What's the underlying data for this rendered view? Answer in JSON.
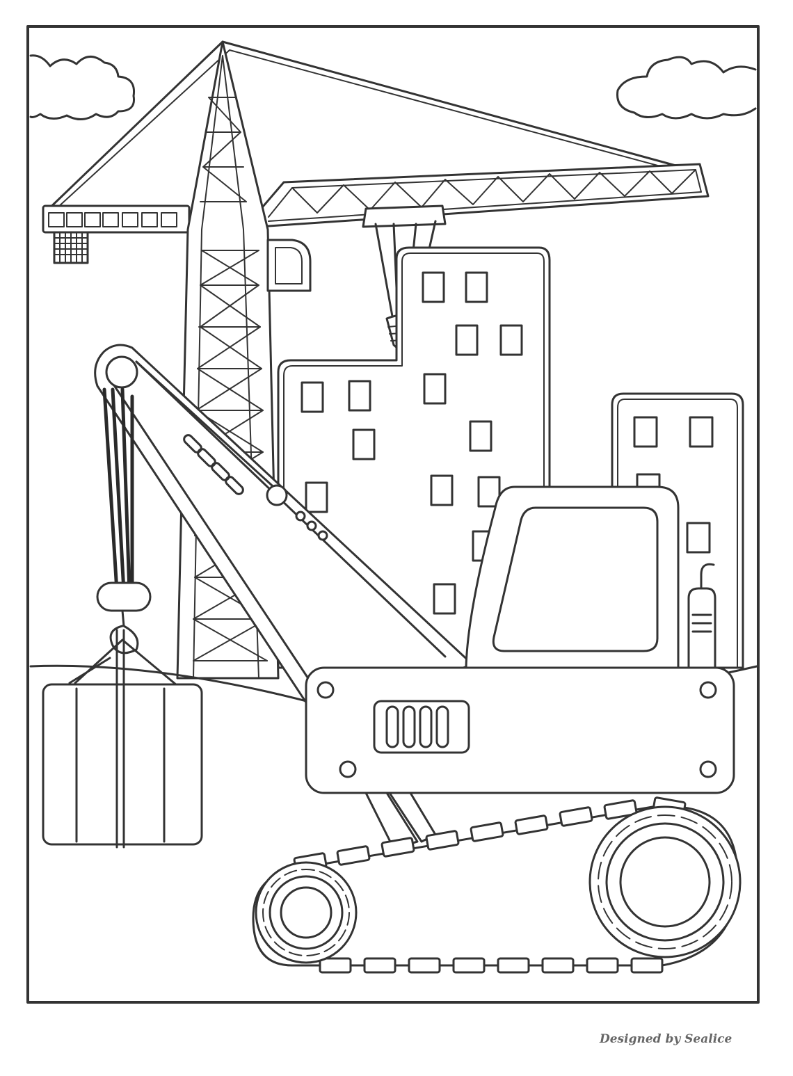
{
  "credit": "Designed by Sealice",
  "colors": {
    "line": "#333333",
    "paper": "#ffffff",
    "credit": "#666666"
  },
  "scene": [
    "border-frame",
    "clouds",
    "tower-crane",
    "apartment-buildings",
    "hills",
    "crawler-crane",
    "suspended-cargo-box"
  ]
}
